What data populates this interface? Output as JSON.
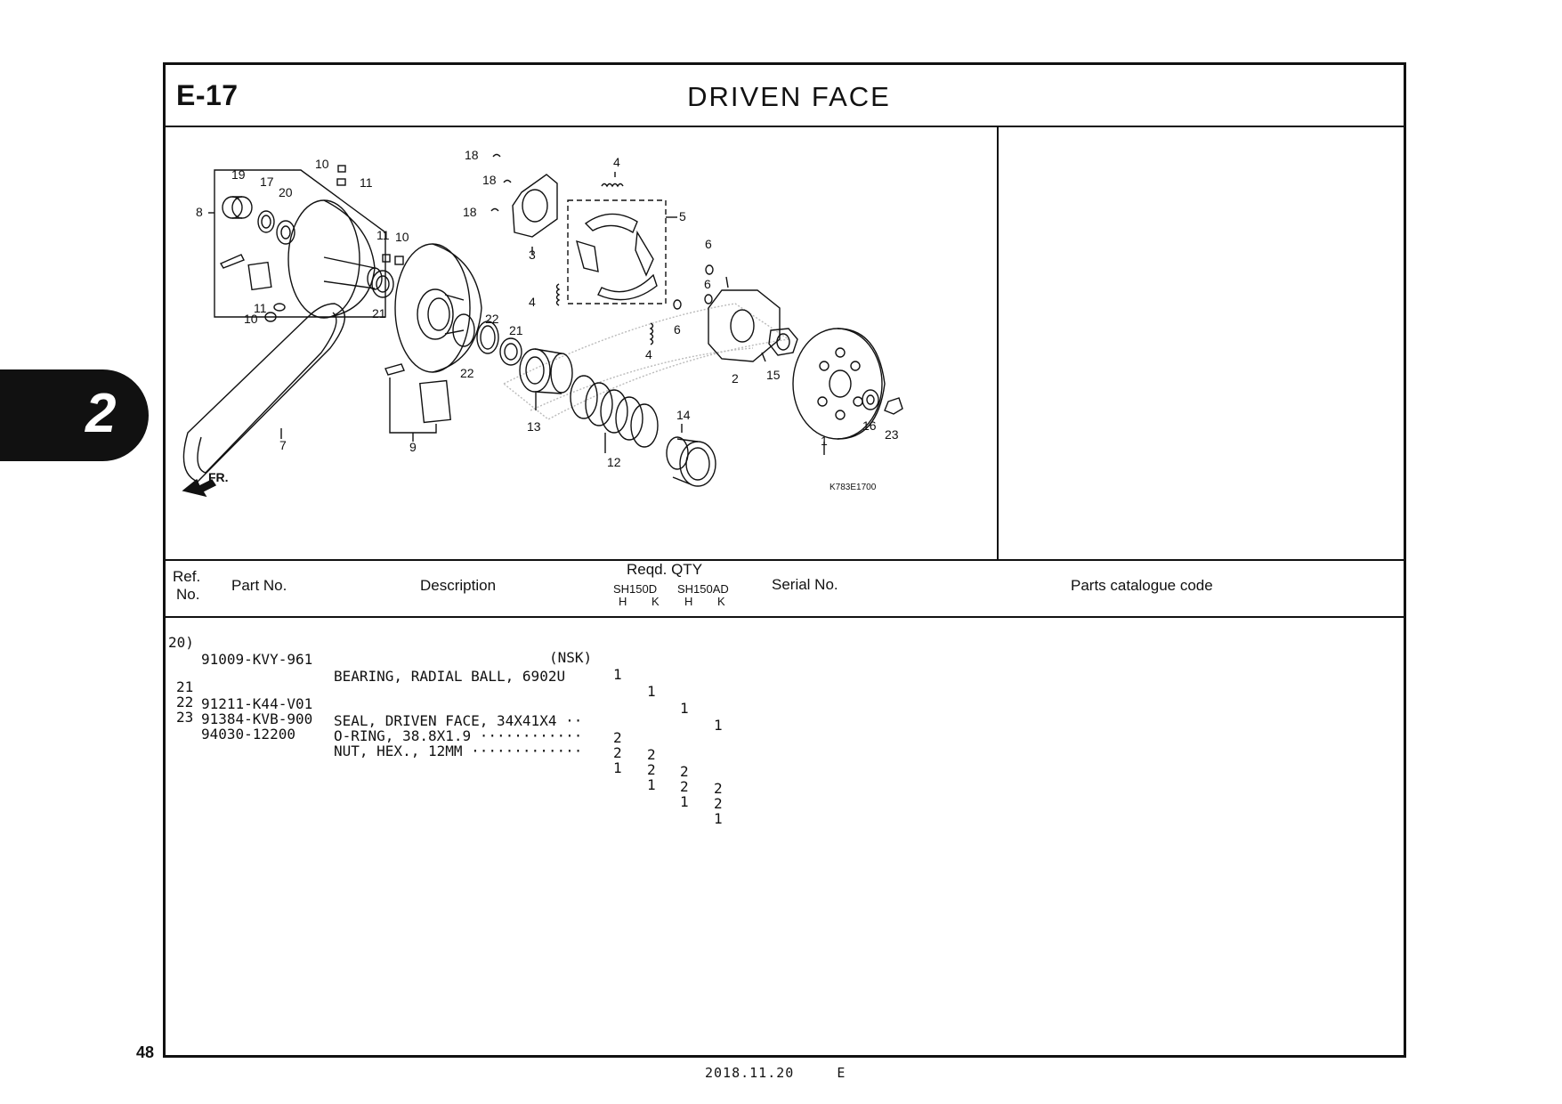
{
  "section": {
    "code": "E-17",
    "title": "DRIVEN  FACE"
  },
  "tab_number": "2",
  "page_number": "48",
  "footer": {
    "date": "2018.11.20",
    "edition": "E"
  },
  "diagram": {
    "figure_code": "K783E1700",
    "direction_label": "FR.",
    "callouts": [
      "1",
      "2",
      "3",
      "4",
      "4",
      "4",
      "5",
      "6",
      "6",
      "6",
      "7",
      "8",
      "9",
      "10",
      "10",
      "10",
      "11",
      "11",
      "11",
      "12",
      "13",
      "14",
      "15",
      "16",
      "17",
      "18",
      "18",
      "18",
      "19",
      "20",
      "21",
      "21",
      "22",
      "22",
      "23"
    ]
  },
  "table": {
    "headers": {
      "ref_line1": "Ref.",
      "ref_line2": "No.",
      "part_no": "Part No.",
      "description": "Description",
      "reqd_qty": "Reqd.  QTY",
      "model1": "SH150D",
      "model2": "SH150AD",
      "h1": "H",
      "k1": "K",
      "h2": "H",
      "k2": "K",
      "serial_no": "Serial  No.",
      "catalogue_code": "Parts  catalogue  code"
    },
    "rows": [
      {
        "ref": "20)",
        "part": "91009-KVY-961",
        "desc": "BEARING, RADIAL BALL, 6902U",
        "desc2": "(NSK)",
        "q1": "1",
        "q2": "1",
        "q3": "1",
        "q4": "1"
      },
      {
        "ref": "21",
        "part": "91211-K44-V01",
        "desc": "SEAL, DRIVEN FACE, 34X41X4 ··",
        "q1": "2",
        "q2": "2",
        "q3": "2",
        "q4": "2"
      },
      {
        "ref": "22",
        "part": "91384-KVB-900",
        "desc": "O-RING, 38.8X1.9 ············",
        "q1": "2",
        "q2": "2",
        "q3": "2",
        "q4": "2"
      },
      {
        "ref": "23",
        "part": "94030-12200",
        "desc": "NUT, HEX., 12MM ·············",
        "q1": "1",
        "q2": "1",
        "q3": "1",
        "q4": "1"
      }
    ]
  }
}
